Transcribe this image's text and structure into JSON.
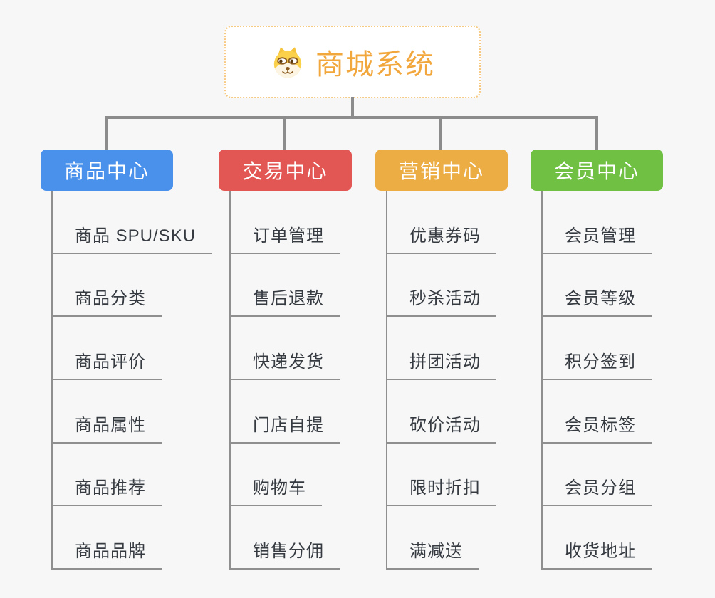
{
  "canvas": {
    "bg": "#f7f7f7",
    "connector_color": "#8c8c8c",
    "line_color": "#8f8f8f",
    "item_text_color": "#363b42"
  },
  "root": {
    "title": "商城系统",
    "icon": "shiba-dog-icon",
    "text_color": "#f2a73d",
    "border_color": "#f6ca82",
    "bg": "#ffffff"
  },
  "branches": [
    {
      "label": "商品中心",
      "color": "#4a91ec",
      "items": [
        "商品 SPU/SKU",
        "商品分类",
        "商品评价",
        "商品属性",
        "商品推荐",
        "商品品牌"
      ]
    },
    {
      "label": "交易中心",
      "color": "#e25754",
      "items": [
        "订单管理",
        "售后退款",
        "快递发货",
        "门店自提",
        "购物车",
        "销售分佣"
      ]
    },
    {
      "label": "营销中心",
      "color": "#ecad45",
      "items": [
        "优惠券码",
        "秒杀活动",
        "拼团活动",
        "砍价活动",
        "限时折扣",
        "满减送"
      ]
    },
    {
      "label": "会员中心",
      "color": "#70c043",
      "items": [
        "会员管理",
        "会员等级",
        "积分签到",
        "会员标签",
        "会员分组",
        "收货地址"
      ]
    }
  ]
}
